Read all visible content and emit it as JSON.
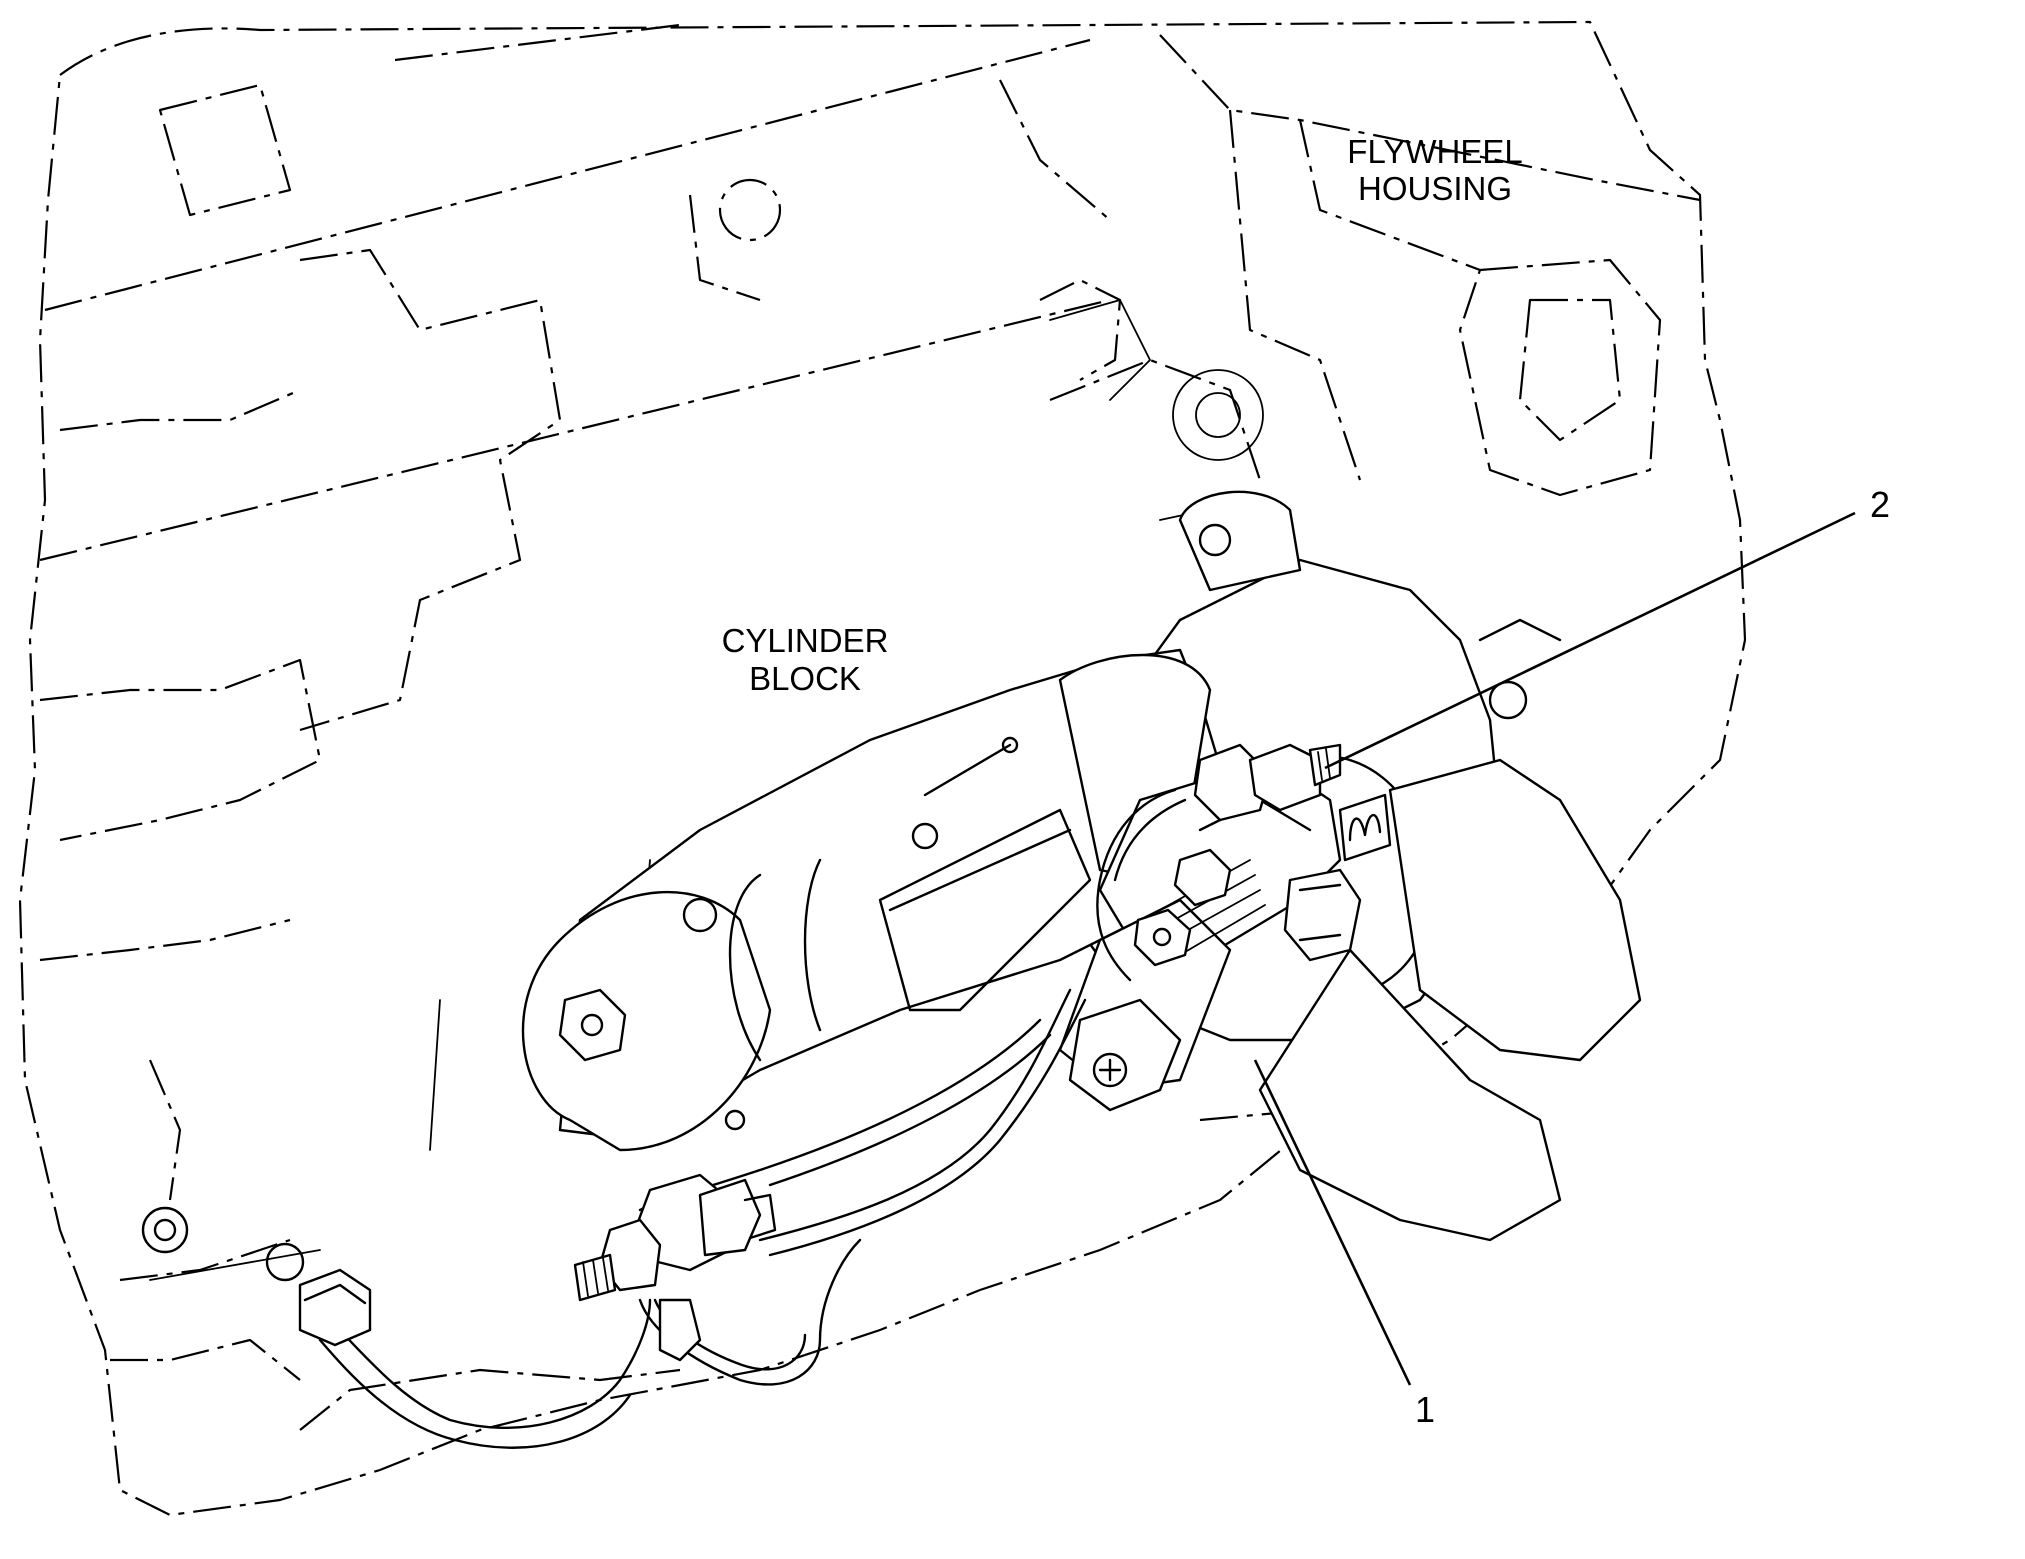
{
  "labels": {
    "flywheel_housing_line1": "FLYWHEEL",
    "flywheel_housing_line2": "HOUSING",
    "cylinder_block_line1": "CYLINDER",
    "cylinder_block_line2": "BLOCK"
  },
  "callouts": {
    "item1": "1",
    "item2": "2"
  }
}
